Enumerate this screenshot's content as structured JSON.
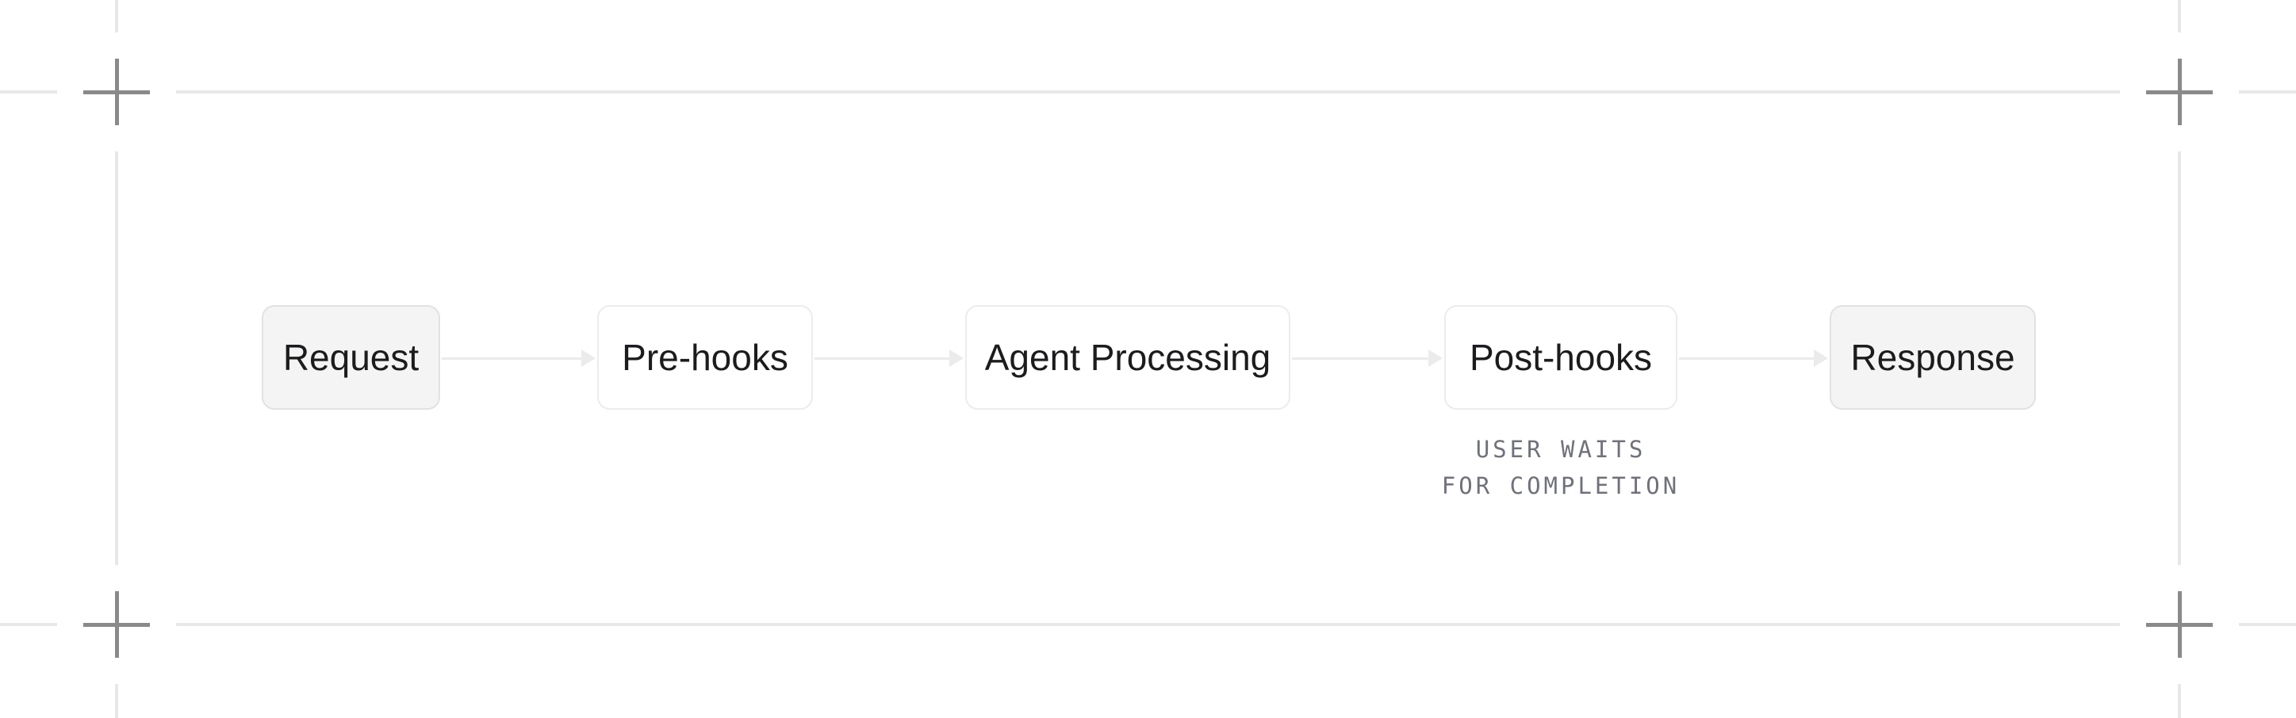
{
  "diagram": {
    "type": "flowchart",
    "direction": "left-to-right",
    "nodes": [
      {
        "id": "request",
        "label": "Request",
        "style": "terminal"
      },
      {
        "id": "pre-hooks",
        "label": "Pre-hooks",
        "style": "process"
      },
      {
        "id": "agent-processing",
        "label": "Agent Processing",
        "style": "process"
      },
      {
        "id": "post-hooks",
        "label": "Post-hooks",
        "style": "process"
      },
      {
        "id": "response",
        "label": "Response",
        "style": "terminal"
      }
    ],
    "connections": [
      {
        "from": "request",
        "to": "pre-hooks"
      },
      {
        "from": "pre-hooks",
        "to": "agent-processing"
      },
      {
        "from": "agent-processing",
        "to": "post-hooks"
      },
      {
        "from": "post-hooks",
        "to": "response"
      }
    ],
    "annotation": {
      "attached_to": "post-hooks",
      "line1": "USER WAITS",
      "line2": "FOR COMPLETION"
    },
    "colors": {
      "background": "#ffffff",
      "frame_line": "#e8e8e8",
      "crosshair": "#8a8a8a",
      "connector": "#ebebeb",
      "node_process_fill": "#ffffff",
      "node_process_border": "#ececec",
      "node_terminal_fill": "#f4f4f4",
      "node_terminal_border": "#e2e2e2",
      "label_text": "#1c1c1e",
      "annotation_text": "#70727a"
    }
  }
}
